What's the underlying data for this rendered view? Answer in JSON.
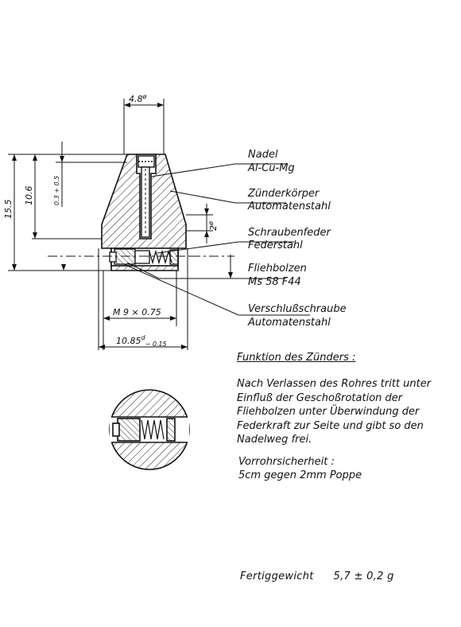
{
  "dimensions": {
    "top_width": "4.8",
    "top_width_sup": "ø",
    "height_total": "15.5",
    "height_upper": "10.6",
    "gap": "0.3 + 0.5",
    "bore": "2",
    "bore_sup": "ø",
    "thread": "M 9 × 0.75",
    "base_width": "10.85",
    "base_width_sup": "d",
    "base_width_tol": "− 0.15"
  },
  "labels": {
    "nadel": {
      "name": "Nadel",
      "material": "Al-Cu-Mg"
    },
    "zuenderkoerper": {
      "name": "Zünderkörper",
      "material": "Automatenstahl"
    },
    "schraubenfeder": {
      "name": "Schraubenfeder",
      "material": "Federstahl"
    },
    "fliehbolzen": {
      "name": "Fliehbolzen",
      "material": "Ms 58 F44"
    },
    "verschluss": {
      "name": "Verschlußschraube",
      "material": "Automatenstahl"
    }
  },
  "text": {
    "heading": "Funktion des Zünders :",
    "function": "Nach Verlassen des Rohres tritt unter\nEinfluß der Geschoßrotation der\nFliehbolzen unter Überwindung der\nFederkraft zur Seite und gibt so den\nNadelweg frei.",
    "safety_title": "Vorrohrsicherheit :",
    "safety_value": "5cm gegen 2mm Poppe",
    "weight_label": "Fertiggewicht",
    "weight_value": "5,7 ± 0,2 g"
  }
}
